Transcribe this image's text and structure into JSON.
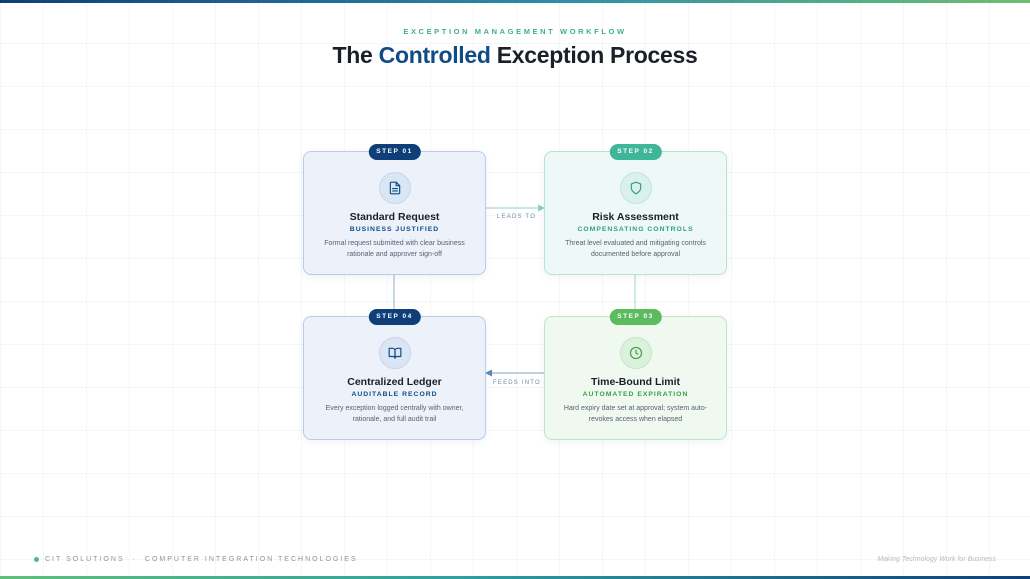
{
  "header": {
    "eyebrow": "EXCEPTION MANAGEMENT WORKFLOW",
    "title_before": "The ",
    "title_accent": "Controlled",
    "title_after": " Exception Process"
  },
  "steps": [
    {
      "badge": "STEP 01",
      "icon": "document-icon",
      "title": "Standard Request",
      "subtitle": "BUSINESS JUSTIFIED",
      "description": "Formal request submitted with clear business rationale and approver sign-off",
      "color": "#0f3f78"
    },
    {
      "badge": "STEP 02",
      "icon": "shield-icon",
      "title": "Risk Assessment",
      "subtitle": "COMPENSATING CONTROLS",
      "description": "Threat level evaluated and mitigating controls documented before approval",
      "color": "#3fb59a"
    },
    {
      "badge": "STEP 03",
      "icon": "clock-icon",
      "title": "Time-Bound Limit",
      "subtitle": "AUTOMATED EXPIRATION",
      "description": "Hard expiry date set at approval; system auto-revokes access when elapsed",
      "color": "#5cba5f"
    },
    {
      "badge": "STEP 04",
      "icon": "book-icon",
      "title": "Centralized Ledger",
      "subtitle": "AUDITABLE RECORD",
      "description": "Every exception logged centrally with owner, rationale, and full audit trail",
      "color": "#0f3f78"
    }
  ],
  "connectors": {
    "leads_to": "LEADS TO",
    "feeds_into": "FEEDS INTO"
  },
  "footer": {
    "company": "CIT SOLUTIONS",
    "separator": "·",
    "tagline": "COMPUTER INTEGRATION TECHNOLOGIES",
    "slogan": "Making Technology Work for Business"
  }
}
